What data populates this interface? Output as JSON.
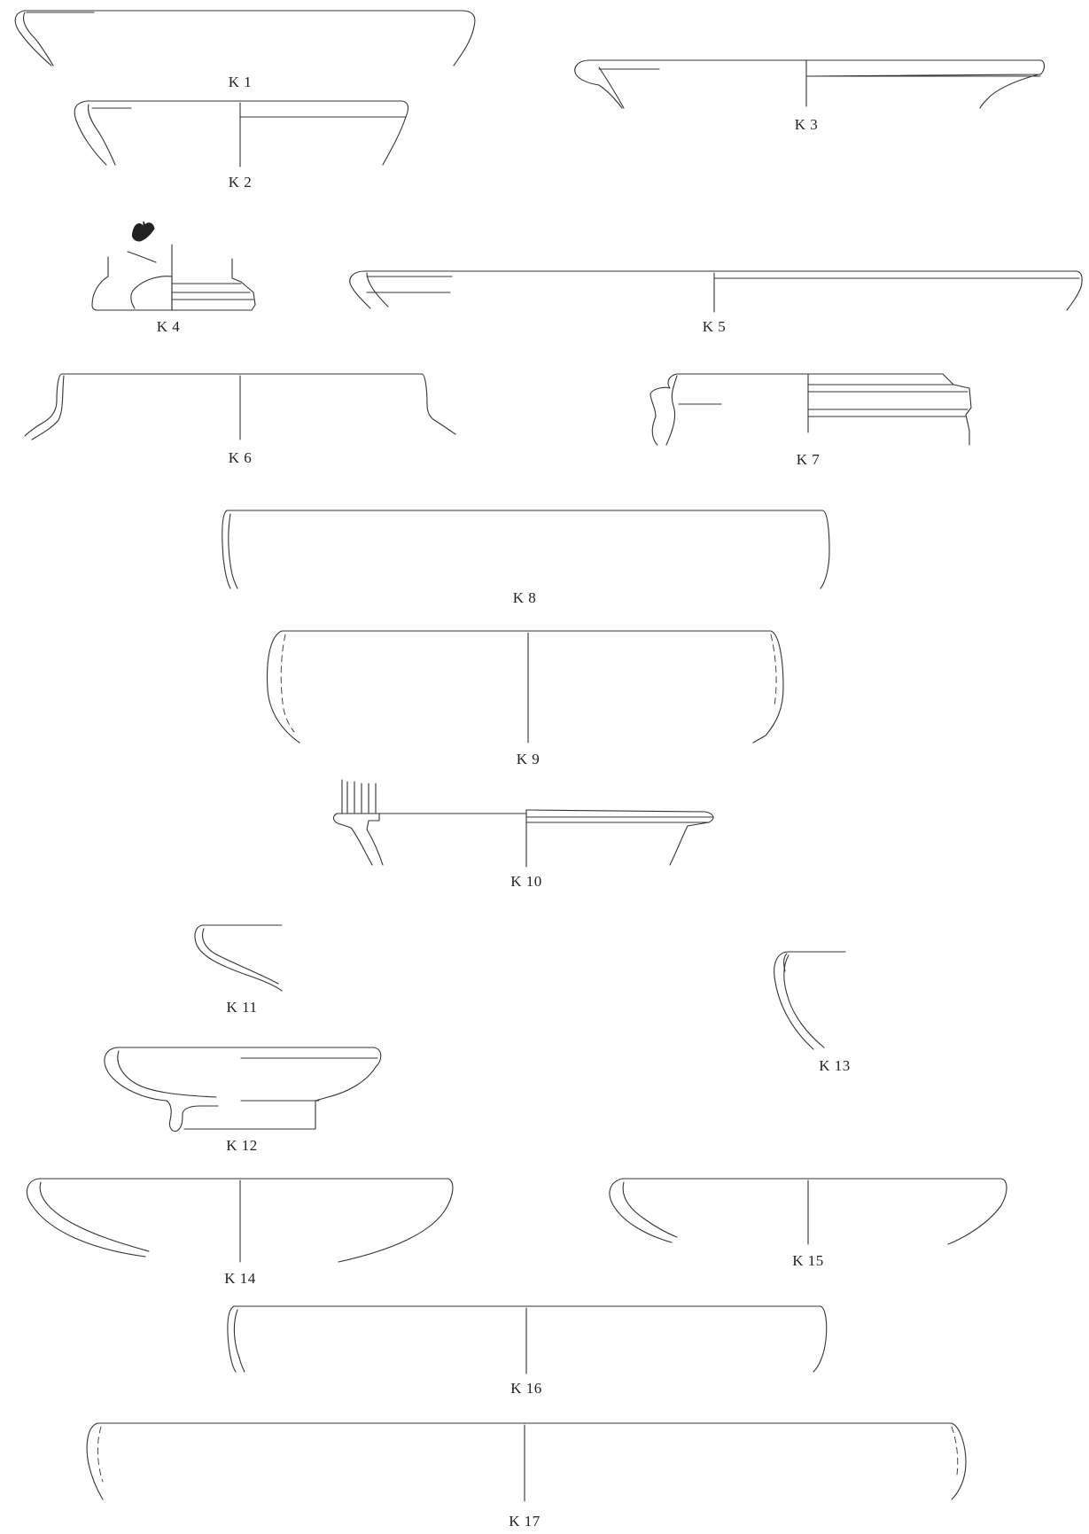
{
  "plate": {
    "labels": {
      "k1": "K 1",
      "k2": "K 2",
      "k3": "K 3",
      "k4": "K 4",
      "k5": "K 5",
      "k6": "K 6",
      "k7": "K 7",
      "k8": "K 8",
      "k9": "K 9",
      "k10": "K 10",
      "k11": "K 11",
      "k12": "K 12",
      "k13": "K 13",
      "k14": "K 14",
      "k15": "K 15",
      "k16": "K 16",
      "k17": "K 17"
    },
    "colors": {
      "stroke": "#333333",
      "stamp": "#222222",
      "background": "#ffffff"
    }
  }
}
